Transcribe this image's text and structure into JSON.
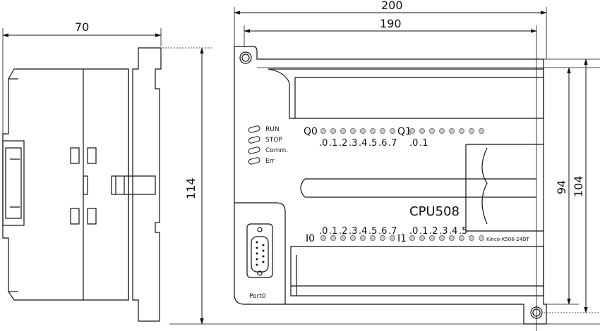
{
  "dimensions": {
    "side_width": "70",
    "height_total": "114",
    "width_total": "200",
    "width_mount": "190",
    "height_body": "104",
    "height_mount": "94"
  },
  "leds": [
    "RUN",
    "STOP",
    "Comm.",
    "Err"
  ],
  "outputs": {
    "q0_label": "Q0",
    "q1_label": "Q1",
    "q0_bits": [
      ".0",
      ".1",
      ".2",
      ".3",
      ".4",
      ".5",
      ".6",
      ".7"
    ],
    "q1_bits": [
      ".0",
      ".1"
    ]
  },
  "inputs": {
    "i0_label": "I0",
    "i1_label": "I1",
    "i0_bits": [
      ".0",
      ".1",
      ".2",
      ".3",
      ".4",
      ".5",
      ".6",
      ".7"
    ],
    "i1_bits": [
      ".0",
      ".1",
      ".2",
      ".3",
      ".4",
      ".5"
    ]
  },
  "model": "CPU508",
  "part_number": "Kinco-K506-24DT",
  "port_label": "Port0"
}
